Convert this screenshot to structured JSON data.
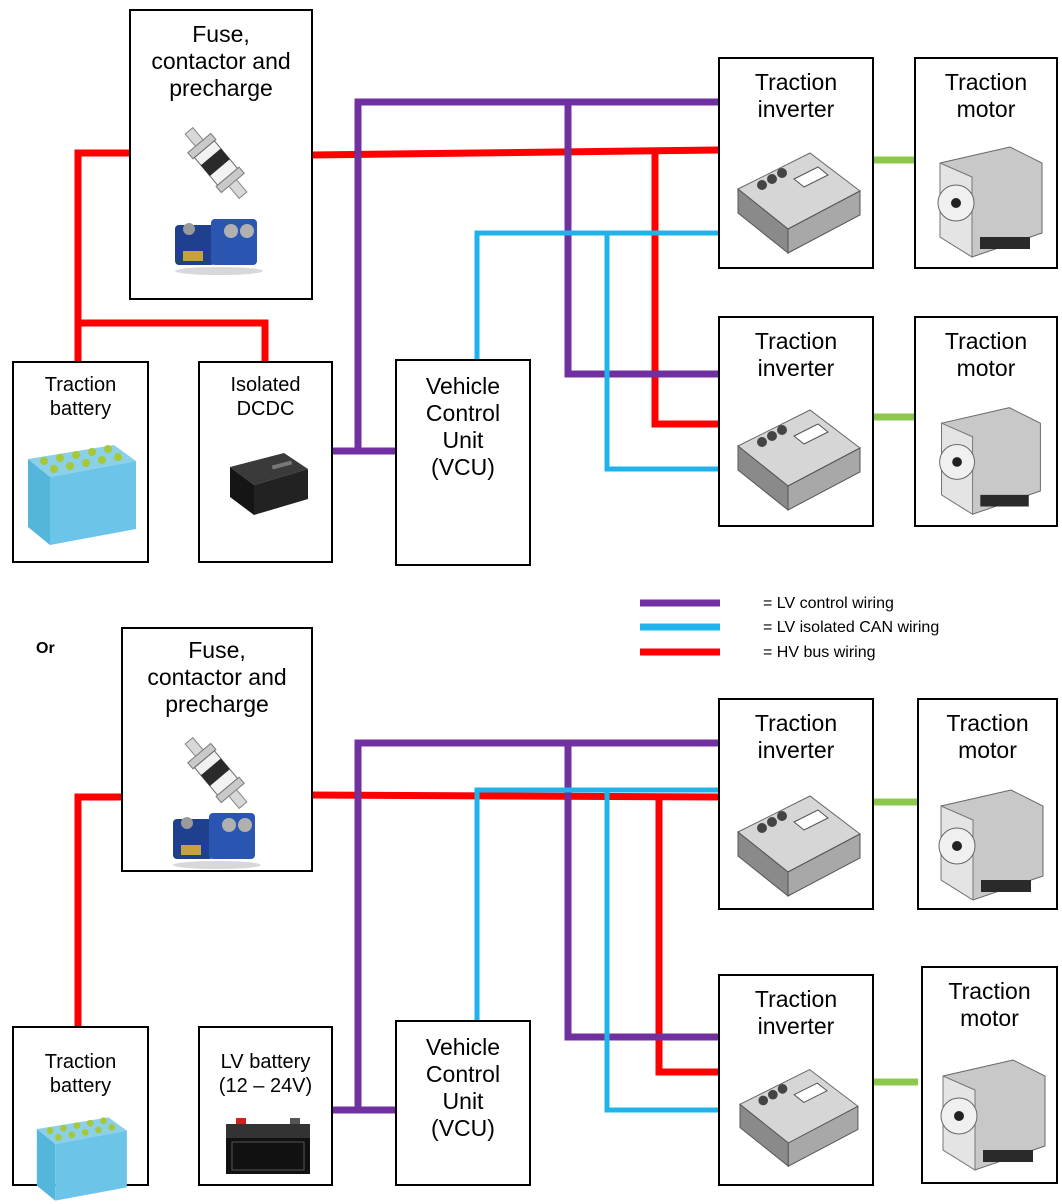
{
  "colors": {
    "lv_control": "#7030a0",
    "can": "#1eb4eb",
    "hv": "#ff0000",
    "motor_link": "#8cc84b"
  },
  "diagram1": {
    "fuse_box": {
      "label": "Fuse,\ncontactor and\nprecharge",
      "icons": [
        "fuse-icon",
        "contactor-icon"
      ]
    },
    "traction_battery": {
      "label": "Traction\nbattery",
      "icon": "battery-icon"
    },
    "dcdc": {
      "label": "Isolated\nDCDC",
      "icon": "dcdc-icon"
    },
    "vcu": {
      "label": "Vehicle\nControl\nUnit\n(VCU)"
    },
    "inverter_top": {
      "label": "Traction\ninverter",
      "icon": "inverter-icon"
    },
    "inverter_bottom": {
      "label": "Traction\ninverter",
      "icon": "inverter-icon"
    },
    "motor_top": {
      "label": "Traction\nmotor",
      "icon": "motor-icon"
    },
    "motor_bottom": {
      "label": "Traction\nmotor",
      "icon": "motor-icon"
    }
  },
  "legend": {
    "lv_control": "= LV control wiring",
    "can": "= LV isolated CAN wiring",
    "hv": "= HV bus wiring"
  },
  "separator": "Or",
  "diagram2": {
    "fuse_box": {
      "label": "Fuse,\ncontactor and\nprecharge",
      "icons": [
        "fuse-icon",
        "contactor-icon"
      ]
    },
    "traction_battery": {
      "label": "Traction\nbattery",
      "icon": "battery-icon"
    },
    "lv_battery": {
      "label": "LV battery\n(12 – 24V)",
      "icon": "car-battery-icon"
    },
    "vcu": {
      "label": "Vehicle\nControl\nUnit\n(VCU)"
    },
    "inverter_top": {
      "label": "Traction\ninverter",
      "icon": "inverter-icon"
    },
    "inverter_bottom": {
      "label": "Traction\ninverter",
      "icon": "inverter-icon"
    },
    "motor_top": {
      "label": "Traction\nmotor",
      "icon": "motor-icon"
    },
    "motor_bottom": {
      "label": "Traction\nmotor",
      "icon": "motor-icon"
    }
  }
}
